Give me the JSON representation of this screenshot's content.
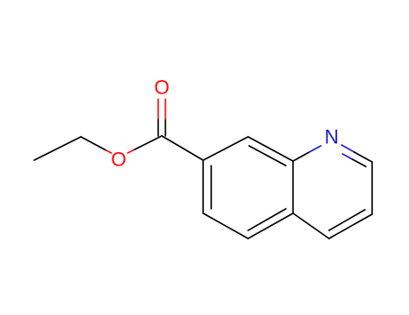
{
  "molecule": {
    "atoms": {
      "carbonyl_oxygen": {
        "label": "O",
        "color": "#ff0d0d"
      },
      "ester_oxygen": {
        "label": "O",
        "color": "#ff0d0d"
      },
      "ring_nitrogen": {
        "label": "N",
        "color": "#2020d0"
      }
    },
    "bond_color": "#000000"
  }
}
